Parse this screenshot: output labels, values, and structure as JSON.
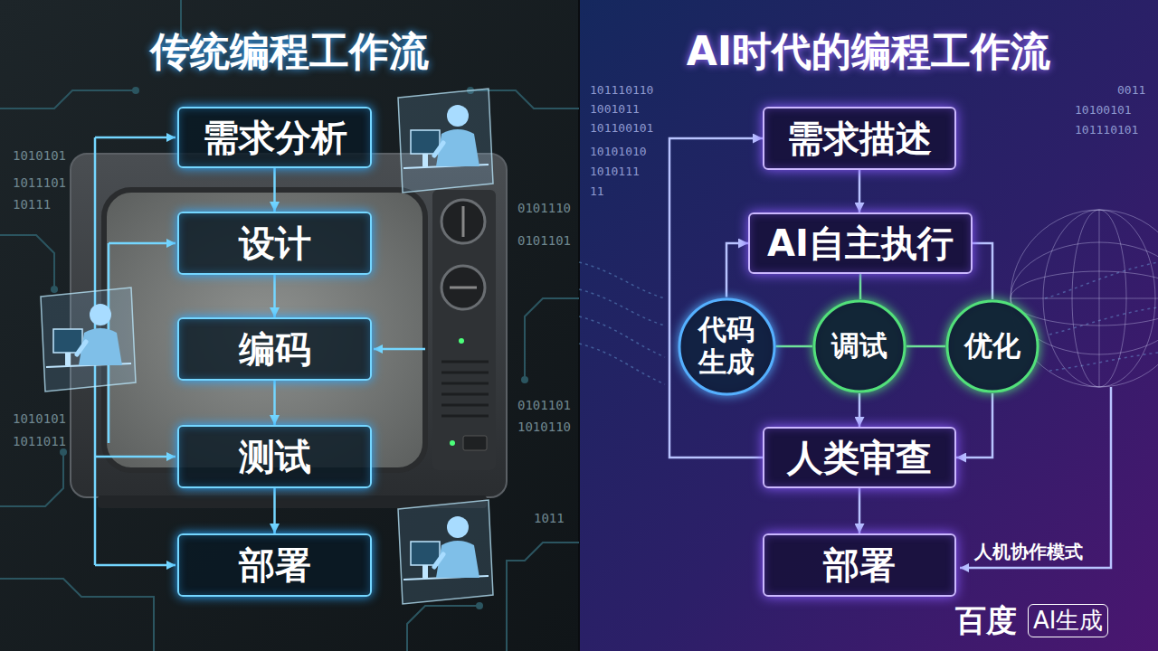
{
  "diagram": {
    "nodes": [
      {
        "text": [
          "需求分析"
        ]
      },
      {
        "text": [
          "设计"
        ]
      },
      {
        "text": [
          "编码"
        ]
      },
      {
        "text": [
          "测试"
        ]
      },
      {
        "text": [
          "部署"
        ]
      },
      {
        "text": [
          "需求描述"
        ]
      },
      {
        "text": [
          "AI自主执行"
        ]
      },
      {
        "text": [
          "代码生成"
        ]
      },
      {
        "text": [
          "调试"
        ]
      },
      {
        "text": [
          "优化"
        ]
      },
      {
        "text": [
          "人类审查"
        ]
      },
      {
        "text": [
          "部署"
        ]
      }
    ],
    "edges": [
      {
        "from": 0,
        "to": 1,
        "arrow": "to"
      },
      {
        "from": 1,
        "to": 2,
        "arrow": "to"
      },
      {
        "from": 2,
        "to": 3,
        "arrow": "to"
      },
      {
        "from": 3,
        "to": 4,
        "arrow": "to"
      },
      {
        "from": 5,
        "to": 6,
        "arrow": "to"
      },
      {
        "from": 6,
        "to": 8,
        "arrow": "none"
      },
      {
        "from": 7,
        "to": 8,
        "arrow": "none"
      },
      {
        "from": 8,
        "to": 9,
        "arrow": "none"
      },
      {
        "from": 7,
        "to": 6,
        "arrow": "to"
      },
      {
        "from": 6,
        "to": 9,
        "arrow": "none"
      },
      {
        "from": 9,
        "to": 10,
        "arrow": "to"
      },
      {
        "from": 8,
        "to": 10,
        "arrow": "to"
      },
      {
        "from": 10,
        "to": 5,
        "arrow": "to"
      },
      {
        "from": 10,
        "to": 11,
        "arrow": "to"
      }
    ],
    "labels": [
      "传统编程工作流",
      "AI时代的编程工作流",
      "人机协作模式",
      "百度",
      "AI生成",
      "1010101",
      "1011101",
      "10111",
      "1010101",
      "1011011",
      "0101110",
      "0101101",
      "0101101",
      "1010110",
      "1011",
      "101110110",
      "1001011",
      "101100101",
      "10101010",
      "1010111",
      "11",
      "0011",
      "10100101",
      "101110101"
    ]
  }
}
